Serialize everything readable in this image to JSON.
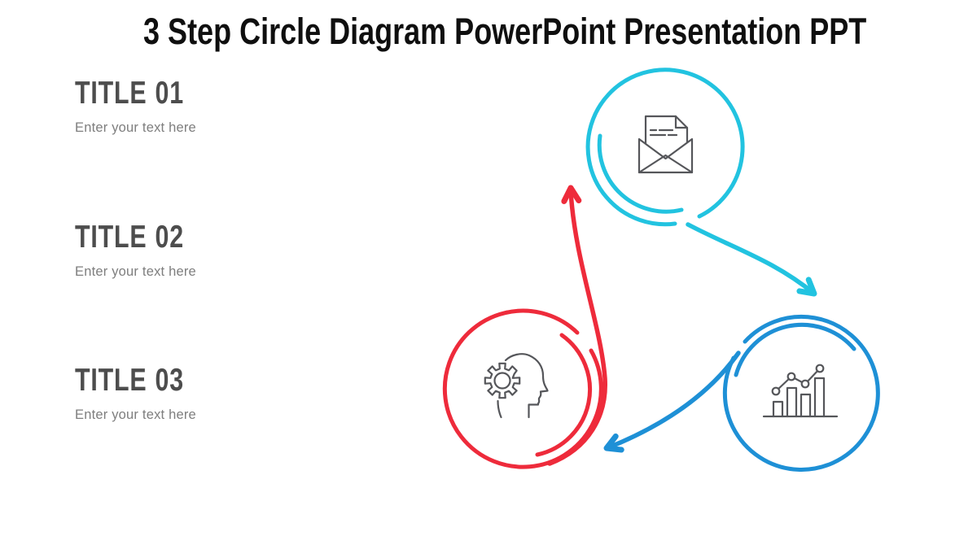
{
  "title": {
    "text": "3 Step Circle Diagram PowerPoint Presentation PPT",
    "color": "#0f0f0f"
  },
  "sidebar": {
    "title_color": "#4d4d4d",
    "subtitle_color": "#7e7e7e",
    "items": [
      {
        "label": "TITLE",
        "number": "01",
        "subtitle": "Enter your text here"
      },
      {
        "label": "TITLE",
        "number": "02",
        "subtitle": "Enter your text here"
      },
      {
        "label": "TITLE",
        "number": "03",
        "subtitle": "Enter your text here"
      }
    ]
  },
  "diagram": {
    "icon_color": "#55565a",
    "steps": [
      {
        "id": "step-top",
        "icon": "open-envelope-letter-icon",
        "ring_color": "#22c3e0"
      },
      {
        "id": "step-bottom-right",
        "icon": "bar-chart-growth-icon",
        "ring_color": "#1e90d6"
      },
      {
        "id": "step-bottom-left",
        "icon": "head-gear-thinking-icon",
        "ring_color": "#ee2b3b"
      }
    ],
    "arrows": [
      {
        "id": "arrow-top-to-right",
        "color": "#22c3e0"
      },
      {
        "id": "arrow-right-to-left",
        "color": "#1e90d6"
      },
      {
        "id": "arrow-left-to-top",
        "color": "#ee2b3b"
      }
    ]
  }
}
